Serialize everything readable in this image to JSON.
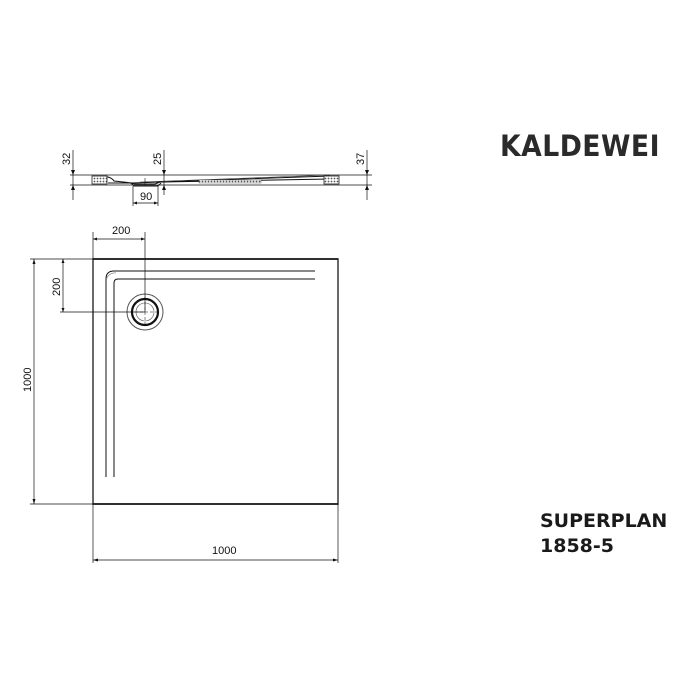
{
  "brand": {
    "name": "KALDEWEI"
  },
  "product": {
    "series": "SUPERPLAN",
    "code": "1858-5"
  },
  "section_view": {
    "dimensions": {
      "left_height": "32",
      "drain_height": "25",
      "right_height": "37",
      "drain_width": "90"
    }
  },
  "plan_view": {
    "dimensions": {
      "drain_offset_x": "200",
      "drain_offset_y": "200",
      "height": "1000",
      "width": "1000"
    }
  },
  "colors": {
    "line": "#111111",
    "edge": "#555555",
    "hatch": "#666666",
    "text": "#2a2a2a"
  }
}
